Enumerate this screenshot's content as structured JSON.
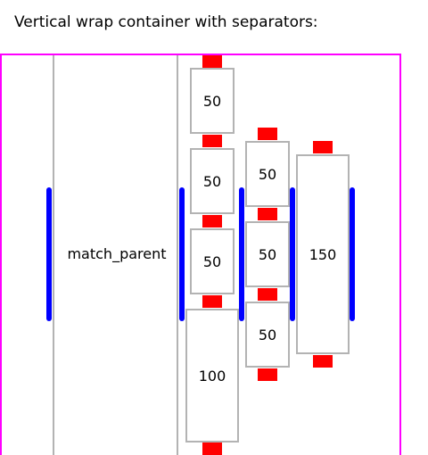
{
  "title": "Vertical wrap container with separators:",
  "match_parent_label": "match_parent",
  "columns": [
    {
      "items": [
        "50",
        "50",
        "50",
        "100"
      ]
    },
    {
      "items": [
        "50",
        "50",
        "50"
      ]
    },
    {
      "items": [
        "150"
      ]
    }
  ],
  "colors": {
    "container_border": "#ff00ff",
    "item_border": "#b3b3b3",
    "item_separator": "#ff0000",
    "line_separator": "#0000ff"
  }
}
